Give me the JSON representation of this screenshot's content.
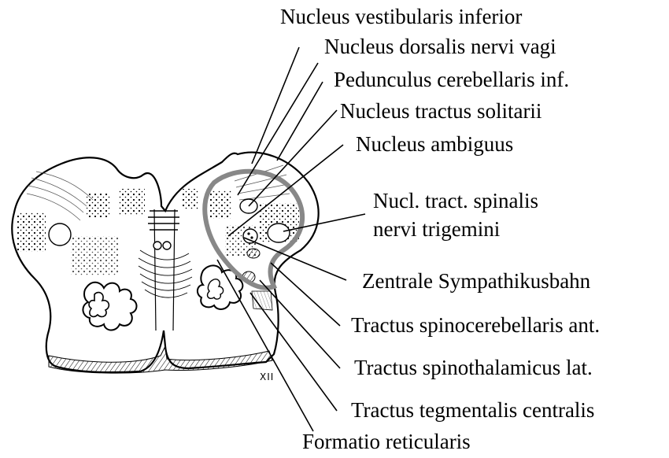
{
  "labels": {
    "nucleus_vestibularis_inferior": "Nucleus vestibularis inferior",
    "nucleus_dorsalis_nervi_vagi": "Nucleus dorsalis nervi vagi",
    "pedunculus_cerebellaris_inf": "Pedunculus cerebellaris inf.",
    "nucleus_tractus_solitarii": "Nucleus tractus solitarii",
    "nucleus_ambiguus": "Nucleus ambiguus",
    "nucl_tract_spinalis_line1": "Nucl. tract. spinalis",
    "nucl_tract_spinalis_line2": "nervi trigemini",
    "zentrale_sympathikusbahn": "Zentrale Sympathikusbahn",
    "tractus_spinocerebellaris_ant": "Tractus spinocerebellaris ant.",
    "tractus_spinothalamicus_lat": "Tractus spinothalamicus lat.",
    "tractus_tegmentalis_centralis": "Tractus tegmentalis centralis",
    "formatio_reticularis": "Formatio reticularis"
  },
  "markers": {
    "cranial_nerve": "XII"
  }
}
